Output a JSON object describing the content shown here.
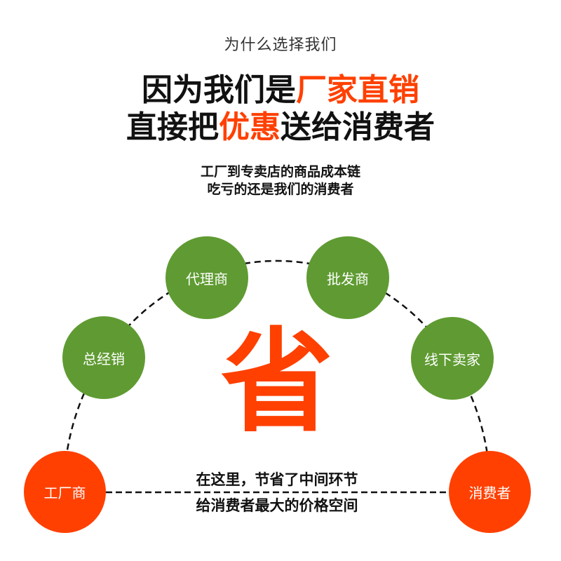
{
  "header": {
    "subtitle": "为什么选择我们",
    "headline_line1": {
      "plain": "因为我们是",
      "highlight": "厂家直销"
    },
    "headline_line2": {
      "plain_before": "直接把",
      "highlight": "优惠",
      "plain_after": "送给消费者"
    },
    "tagline_line1": "工厂到专卖店的商品成本链",
    "tagline_line2": "吃亏的还是我们的消费者"
  },
  "diagram": {
    "center_char": "省",
    "nodes": [
      {
        "label": "工厂商",
        "color": "#ff4000"
      },
      {
        "label": "总经销",
        "color": "#5f9b32"
      },
      {
        "label": "代理商",
        "color": "#5f9b32"
      },
      {
        "label": "批发商",
        "color": "#5f9b32"
      },
      {
        "label": "线下卖家",
        "color": "#5f9b32"
      },
      {
        "label": "消费者",
        "color": "#ff4000"
      }
    ],
    "shortcut_text_line1": "在这里，节省了中间环节",
    "shortcut_text_line2": "给消费者最大的价格空间"
  },
  "colors": {
    "accent": "#ff4000",
    "green": "#5f9b32",
    "text": "#111111",
    "subtitle": "#333333"
  }
}
